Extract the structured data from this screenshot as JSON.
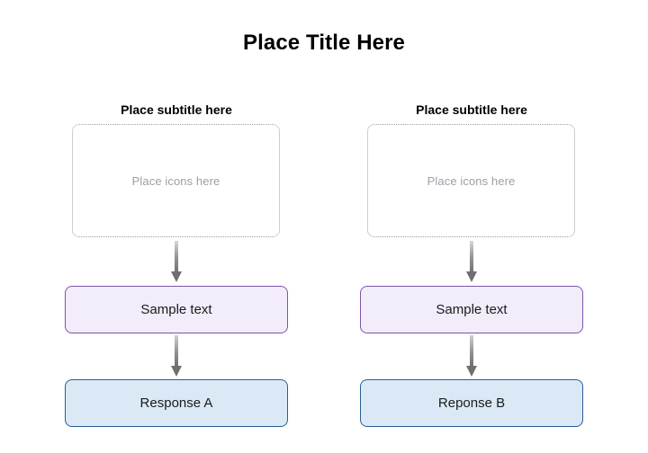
{
  "diagram": {
    "title": "Place Title Here",
    "arrow_color": "#7a7a7a",
    "columns": [
      {
        "id": "left",
        "subtitle": "Place subtitle here",
        "icons_placeholder": "Place icons here",
        "icons_placeholder_color": "#9aa0a6",
        "stage_label": "Sample text",
        "stage_fill": "#f3ecfa",
        "stage_border": "#7b55a8",
        "response_label": "Response A",
        "response_fill": "#dbe9f7",
        "response_border": "#2a5d8f"
      },
      {
        "id": "right",
        "subtitle": "Place subtitle here",
        "icons_placeholder": "Place icons here",
        "icons_placeholder_color": "#9aa0a6",
        "stage_label": "Sample text",
        "stage_fill": "#f3ecfa",
        "stage_border": "#7b55a8",
        "response_label": "Reponse B",
        "response_fill": "#dbe9f7",
        "response_border": "#2a5d8f"
      }
    ]
  }
}
